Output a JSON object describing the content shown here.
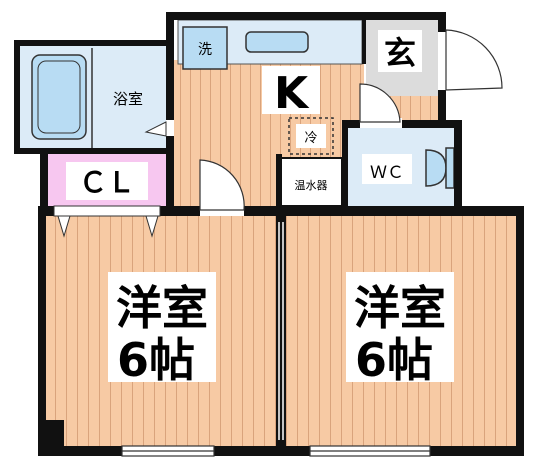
{
  "rooms": {
    "bath": "浴室",
    "closet": "ＣＬ",
    "kitchen": "K",
    "entrance": "玄",
    "wc": "ＷＣ",
    "washer": "洗",
    "fridge": "冷",
    "water_heater": "温水器",
    "western_left": {
      "line1": "洋室",
      "line2": "6帖"
    },
    "western_right": {
      "line1": "洋室",
      "line2": "6帖"
    }
  },
  "colors": {
    "floor_wood": "#f7caa4",
    "floor_stripe": "#d9a37c",
    "wet_area": "#dcebf7",
    "fixture_blue": "#b8dcf3",
    "closet": "#f7c7f0",
    "entrance": "#dcdcdc",
    "wall": "#111111",
    "label_bg": "#ffffff"
  }
}
